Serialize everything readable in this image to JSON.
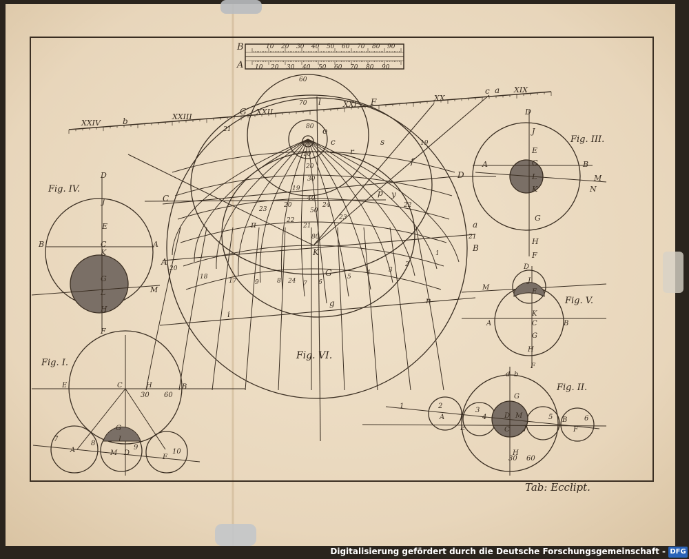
{
  "colors": {
    "paper": "#ecdcc4",
    "ink": "#3a2e22",
    "shade": "#7a6f66",
    "background": "#2a241d",
    "logo": "#2a63b8"
  },
  "plate": {
    "caption": "Tab: Ecclipt.",
    "footer": "Digitalisierung gefördert durch die Deutsche Forschungsgemeinschaft -",
    "logo_text": "DFG"
  },
  "figures": {
    "fig1": "Fig. I.",
    "fig2": "Fig. II.",
    "fig3": "Fig. III.",
    "fig4": "Fig. IV.",
    "fig5": "Fig. V.",
    "fig6": "Fig. VI."
  },
  "scale": {
    "row_b_label": "B",
    "row_a_label": "A",
    "row_b_ticks": [
      "10",
      "20",
      "30",
      "40",
      "50",
      "60",
      "70",
      "80",
      "90"
    ],
    "row_a_ticks": [
      "10",
      "20",
      "30",
      "40",
      "50",
      "60",
      "70",
      "80",
      "90"
    ]
  },
  "ecliptic_numerals": [
    "XXIV",
    "b",
    "XXIII",
    "G",
    "XXII",
    "F",
    "XXI",
    "XX",
    "c",
    "a",
    "XIX"
  ],
  "fig6_labels": [
    "C",
    "D",
    "A",
    "B",
    "K",
    "G",
    "g",
    "n",
    "i",
    "a",
    "f",
    "p",
    "y",
    "π",
    "s",
    "r",
    "o",
    "l",
    "c"
  ],
  "fig6_numbers": [
    "60",
    "70",
    "80",
    "10",
    "20",
    "30",
    "40",
    "50",
    "80",
    "19",
    "20",
    "21",
    "22",
    "23",
    "24",
    "1",
    "2",
    "3",
    "4",
    "5",
    "6",
    "7",
    "8",
    "9",
    "17",
    "18",
    "20",
    "21",
    "19",
    "21",
    "22",
    "23",
    "24"
  ],
  "fig3_labels": [
    "D",
    "J",
    "E",
    "C",
    "A",
    "B",
    "L",
    "M",
    "K",
    "N",
    "G",
    "H",
    "F"
  ],
  "fig4_labels": [
    "D",
    "J",
    "E",
    "B",
    "C",
    "A",
    "K",
    "G",
    "L",
    "M",
    "H",
    "F"
  ],
  "fig5_labels": [
    "D",
    "J",
    "E",
    "M",
    "K",
    "A",
    "C",
    "B",
    "G",
    "H",
    "F"
  ],
  "fig1_labels": [
    "E",
    "C",
    "H",
    "B",
    "30",
    "60",
    "G",
    "I",
    "A",
    "M",
    "D",
    "F",
    "7",
    "8",
    "9",
    "10"
  ],
  "fig2_labels": [
    "d",
    "b",
    "G",
    "A",
    "E",
    "D",
    "M",
    "C",
    "J",
    "B",
    "F",
    "H",
    "1",
    "2",
    "3",
    "4",
    "5",
    "6",
    "30",
    "60"
  ]
}
